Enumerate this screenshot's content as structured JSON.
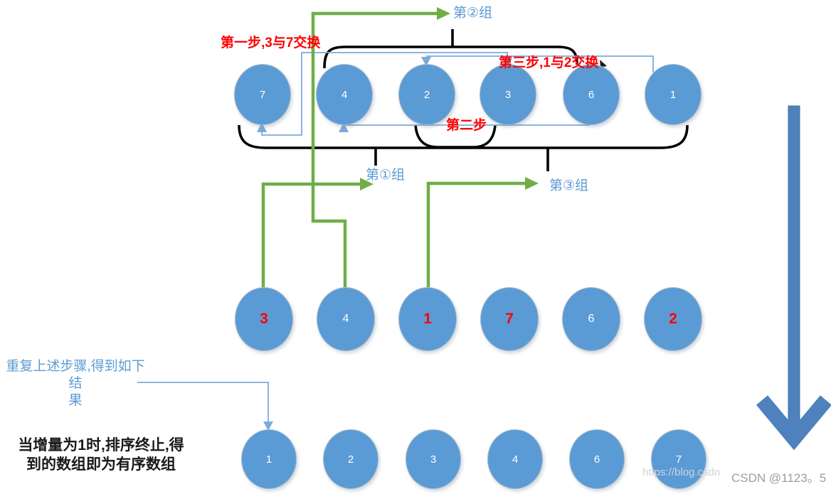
{
  "labels": {
    "group1": "第①组",
    "group2": "第②组",
    "group3": "第③组",
    "step1": "第一步,3与7交换",
    "step2": "第二步",
    "step3": "第三步,1与2交换",
    "repeat_note_line1": "重复上述步骤,得到如下结",
    "repeat_note_line2": "果",
    "final_note_line1": "当增量为1时,排序终止,得",
    "final_note_line2": "到的数组即为有序数组"
  },
  "rows": {
    "top": {
      "values": [
        "7",
        "4",
        "2",
        "3",
        "6",
        "1"
      ]
    },
    "middle": {
      "values": [
        "3",
        "4",
        "1",
        "7",
        "6",
        "2"
      ],
      "highlighted_indices": [
        0,
        2,
        3,
        5
      ]
    },
    "bottom": {
      "values": [
        "1",
        "2",
        "3",
        "4",
        "6",
        "7"
      ]
    }
  },
  "watermark": {
    "url_text": "https://blog.csdn",
    "handle": "CSDN @1123。5"
  },
  "colors": {
    "circle_fill": "#5b9bd5",
    "green_arrow": "#70ad47",
    "blue_connector": "#7eaadb",
    "red_text": "#ff0000",
    "blue_text": "#5b9bd5",
    "brace": "#000000",
    "big_arrow": "#4e81bd"
  }
}
